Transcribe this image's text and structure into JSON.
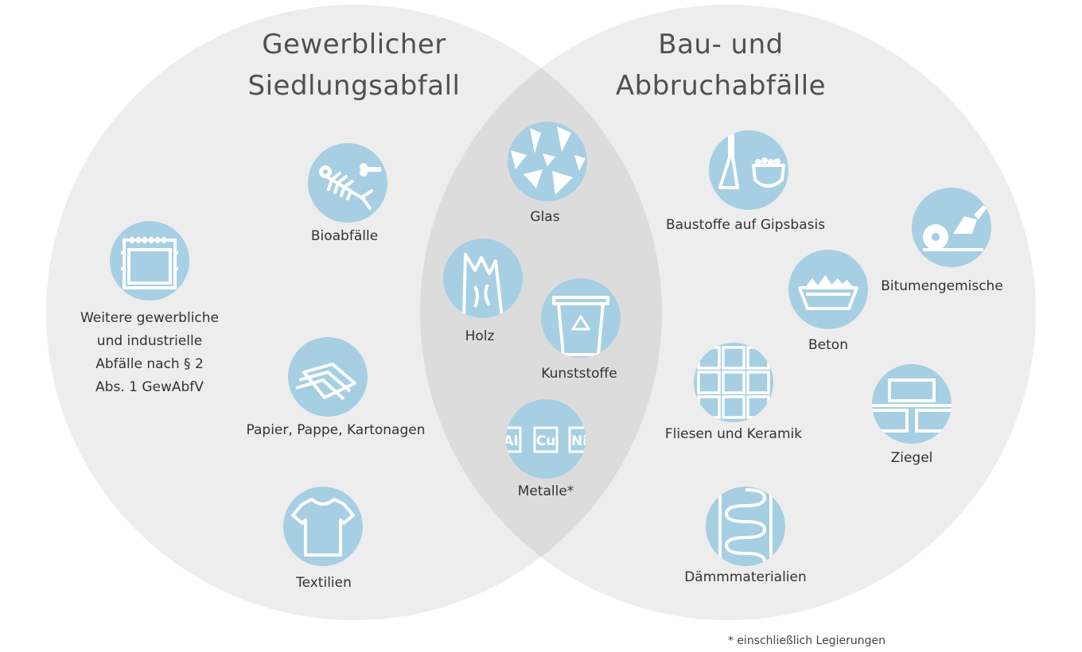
{
  "sets": {
    "left_title": [
      "Gewerblicher",
      "Siedlungsabfall"
    ],
    "right_title": [
      "Bau- und",
      "Abbruchabfälle"
    ]
  },
  "colors": {
    "circle_fill": "#ededed",
    "overlap_fill": "#dcdcdc",
    "icon_fill": "#a6cfe3"
  },
  "items": {
    "bio": {
      "label": "Bioabfälle",
      "icon": "fish-bone-icon"
    },
    "weitere": {
      "lines": [
        "Weitere gewerbliche",
        "und industrielle",
        "Abfälle nach § 2",
        "Abs. 1 GewAbfV"
      ],
      "icon": "container-icon"
    },
    "papier": {
      "label": "Papier, Pappe, Kartonagen",
      "icon": "paper-stack-icon"
    },
    "textilien": {
      "label": "Textilien",
      "icon": "tshirt-icon"
    },
    "glas": {
      "label": "Glas",
      "icon": "broken-glass-icon"
    },
    "holz": {
      "label": "Holz",
      "icon": "wood-icon"
    },
    "kunststoffe": {
      "label": "Kunststoffe",
      "icon": "recycling-bin-icon"
    },
    "metalle": {
      "label": "Metalle*",
      "icon": "metals-icon",
      "symbols": [
        "Al",
        "Cu",
        "Ni"
      ]
    },
    "gips": {
      "label": "Baustoffe auf Gipsbasis",
      "icon": "plaster-icon"
    },
    "bitumen": {
      "label": "Bitumengemische",
      "icon": "bitumen-roll-icon"
    },
    "beton": {
      "label": "Beton",
      "icon": "concrete-icon"
    },
    "fliesen": {
      "label": "Fliesen und Keramik",
      "icon": "tiles-icon"
    },
    "ziegel": {
      "label": "Ziegel",
      "icon": "brick-icon"
    },
    "daemm": {
      "label": "Dämmmaterialien",
      "icon": "insulation-icon"
    }
  },
  "footnote": "* einschließlich Legierungen"
}
